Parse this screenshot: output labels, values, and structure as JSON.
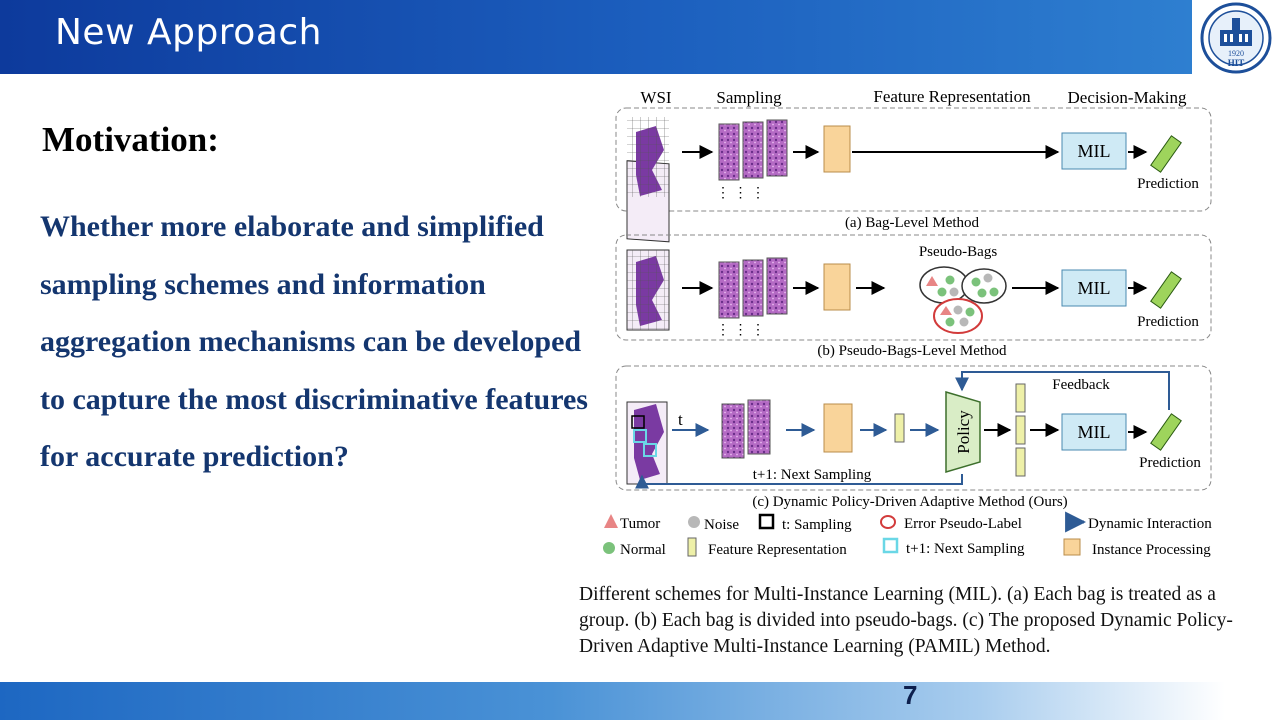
{
  "slide": {
    "title": "New Approach",
    "page_number": "7",
    "logo_text": "HIT",
    "logo_year": "1920"
  },
  "content": {
    "heading": "Motivation:",
    "question": "Whether more elaborate and simplified sampling schemes and information aggregation mechanisms can be developed to capture the most discriminative features for accurate prediction?"
  },
  "figure": {
    "col_headers": [
      "WSI",
      "Sampling",
      "Feature Representation",
      "Decision-Making"
    ],
    "mil_label": "MIL",
    "prediction_label": "Prediction",
    "pseudo_bags_label": "Pseudo-Bags",
    "policy_label": "Policy",
    "feedback_label": "Feedback",
    "t_label": "t",
    "next_sampling_label": "t+1: Next Sampling",
    "panel_a_caption": "(a) Bag-Level Method",
    "panel_b_caption": "(b) Pseudo-Bags-Level Method",
    "panel_c_caption": "(c) Dynamic Policy-Driven Adaptive Method (Ours)",
    "legend": {
      "tumor": "Tumor",
      "noise": "Noise",
      "sampling": "t: Sampling",
      "error": "Error  Pseudo-Label",
      "dynamic": "Dynamic Interaction",
      "normal": "Normal",
      "feature": "Feature Representation",
      "next": "t+1: Next Sampling",
      "instance": "Instance Processing"
    }
  },
  "caption": "Different schemes for Multi-Instance Learning (MIL). (a) Each bag is treated as a group. (b) Each bag is divided into pseudo-bags. (c) The proposed Dynamic Policy-Driven Adaptive Multi-Instance Learning (PAMIL) Method.",
  "colors": {
    "header_blue": "#1c5fbe",
    "question_text": "#14366f",
    "mil_box": "#cfeaf5",
    "instance_box": "#f9d49a",
    "policy_box": "#d9edc6",
    "dynamic_arrow": "#2e5b95",
    "tumor": "#e88585",
    "normal": "#7bc27b",
    "noise": "#b8b8b8",
    "error_ring": "#d23b3b"
  }
}
